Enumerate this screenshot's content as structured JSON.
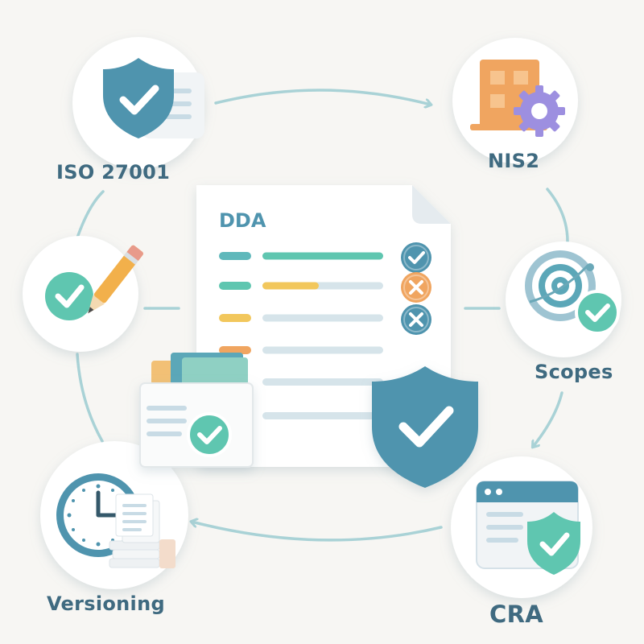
{
  "document": {
    "title": "DDA"
  },
  "nodes": [
    {
      "id": "iso",
      "label": "ISO 27001",
      "icon": "shield-document-icon"
    },
    {
      "id": "nis2",
      "label": "NIS2",
      "icon": "building-gear-icon"
    },
    {
      "id": "scopes",
      "label": "Scopes",
      "icon": "target-check-icon"
    },
    {
      "id": "cra",
      "label": "CRA",
      "icon": "browser-shield-icon"
    },
    {
      "id": "versioning",
      "label": "Versioning",
      "icon": "clock-documents-icon"
    },
    {
      "id": "edit",
      "label": "",
      "icon": "check-pencil-icon"
    }
  ],
  "checklist": [
    {
      "bullet_color": "#5fb8bb",
      "status": "check"
    },
    {
      "bullet_color": "#5fc6b0",
      "status": "cross"
    },
    {
      "bullet_color": "#f2c75c",
      "status": "cross"
    },
    {
      "bullet_color": "#f0a560",
      "status": "none"
    }
  ],
  "colors": {
    "background": "#f7f6f3",
    "label_text": "#3f6a80",
    "shield": "#4f94ae",
    "teal": "#5fc6b0",
    "orange": "#f0a560",
    "yellow": "#f2c75c",
    "purple": "#9d8fe0",
    "connector": "#a9d2d6"
  }
}
